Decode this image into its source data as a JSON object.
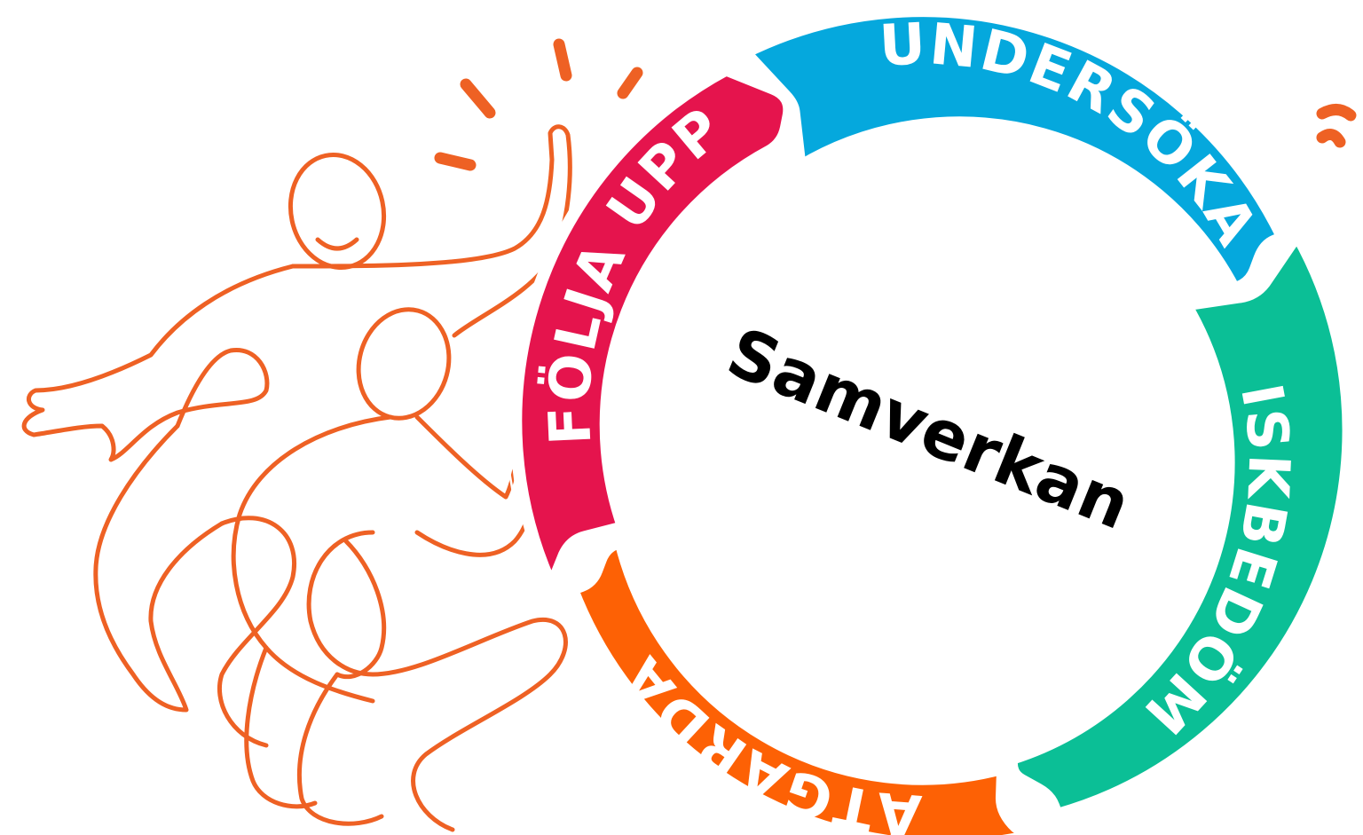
{
  "diagram": {
    "center_label": "Samverkan",
    "segments": [
      {
        "id": "undersoka",
        "label": "UNDERSÖKA",
        "color": "#05a8dd"
      },
      {
        "id": "riskbedoma",
        "label": "RISKBEDÖMA",
        "color": "#0bbf96"
      },
      {
        "id": "atgarda",
        "label": "ÅTGÄRDA",
        "color": "#fd6105"
      },
      {
        "id": "folja-upp",
        "label": "FÖLJA UPP",
        "color": "#e5144d"
      }
    ]
  },
  "colors": {
    "figure_outline": "#ee6124",
    "background": "#ffffff"
  }
}
